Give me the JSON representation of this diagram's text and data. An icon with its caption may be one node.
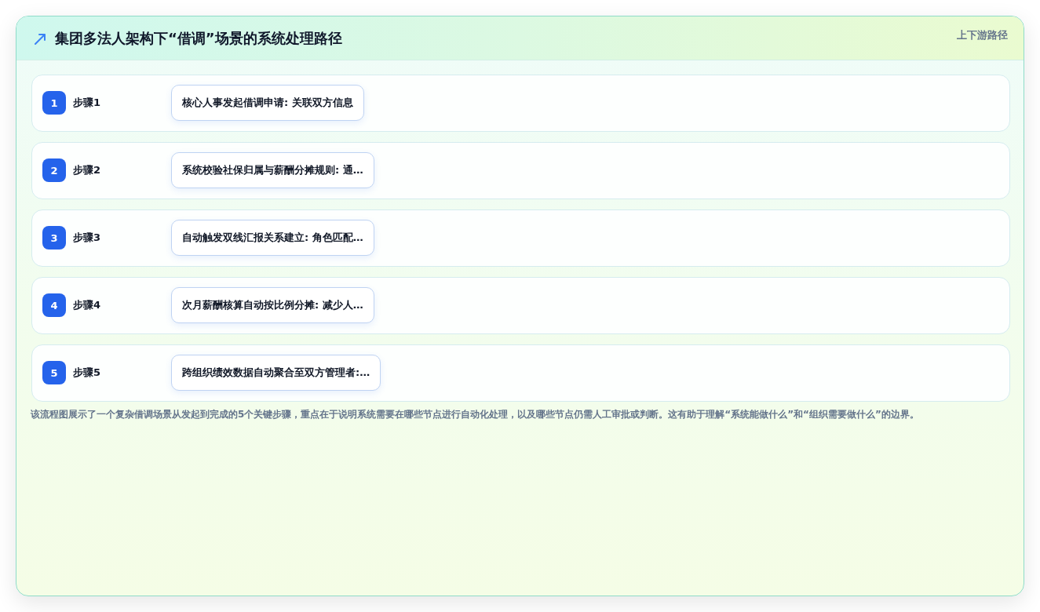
{
  "diagram": {
    "title": "集团多法人架构下“借调”场景的系统处理路径",
    "caption": "该流程图展示了一个复杂借调场景从发起到完成的5个关键步骤，重点在于说明系统需要在哪些节点进行自动化处理，以及哪些节点仍需人工审批或判断。这有助于理解“系统能做什么”和“组织需要做什么”的边界。",
    "nodes": [
      {
        "text": [
          "步骤1"
        ]
      },
      {
        "text": [
          "1"
        ],
        "in": 0
      },
      {
        "text": [
          "核心人事发起借调申请: 关联双方信息"
        ],
        "in": 0
      },
      {
        "text": [
          "步骤2"
        ]
      },
      {
        "text": [
          "2"
        ],
        "in": 3
      },
      {
        "text": [
          "系统校验社保归属与薪酬分摊规则: 通…"
        ],
        "in": 3
      },
      {
        "text": [
          "步骤3"
        ]
      },
      {
        "text": [
          "3"
        ],
        "in": 6
      },
      {
        "text": [
          "自动触发双线汇报关系建立: 角色匹配…"
        ],
        "in": 6
      },
      {
        "text": [
          "步骤4"
        ]
      },
      {
        "text": [
          "4"
        ],
        "in": 9
      },
      {
        "text": [
          "次月薪酬核算自动按比例分摊: 减少人…"
        ],
        "in": 9
      },
      {
        "text": [
          "步骤5"
        ]
      },
      {
        "text": [
          "5"
        ],
        "in": 12
      },
      {
        "text": [
          "跨组织绩效数据自动聚合至双方管理者:…"
        ],
        "in": 12
      }
    ],
    "labels": [
      "上下游路径"
    ]
  }
}
